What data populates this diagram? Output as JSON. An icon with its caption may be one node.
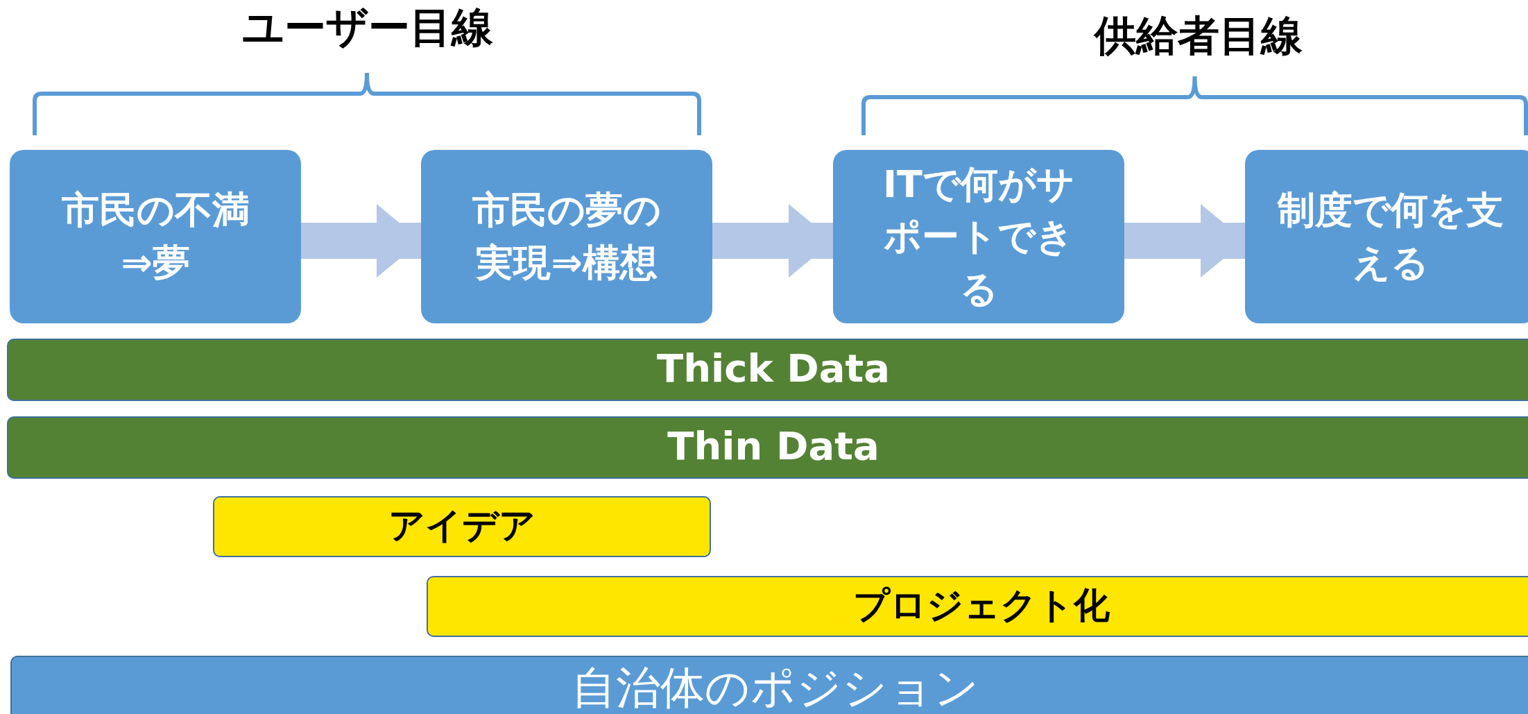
{
  "diagram": {
    "nodes": [
      {
        "text": [
          "市民の不満⇒夢"
        ]
      },
      {
        "text": [
          "市民の夢の実現⇒構想"
        ]
      },
      {
        "text": [
          "ITで何がサポートできる"
        ]
      },
      {
        "text": [
          "制度で何を支える"
        ]
      },
      {
        "text": [
          "Thick Data"
        ]
      },
      {
        "text": [
          "Thin Data"
        ]
      },
      {
        "text": [
          "アイデア"
        ]
      },
      {
        "text": [
          "プロジェクト化"
        ]
      },
      {
        "text": [
          "自治体のポジション"
        ]
      }
    ],
    "edges": [
      {
        "from": 0,
        "to": 1,
        "arrow": "to"
      },
      {
        "from": 1,
        "to": 2,
        "arrow": "to"
      },
      {
        "from": 2,
        "to": 3,
        "arrow": "to"
      }
    ],
    "labels": [
      "ユーザー目線",
      "供給者目線"
    ]
  }
}
